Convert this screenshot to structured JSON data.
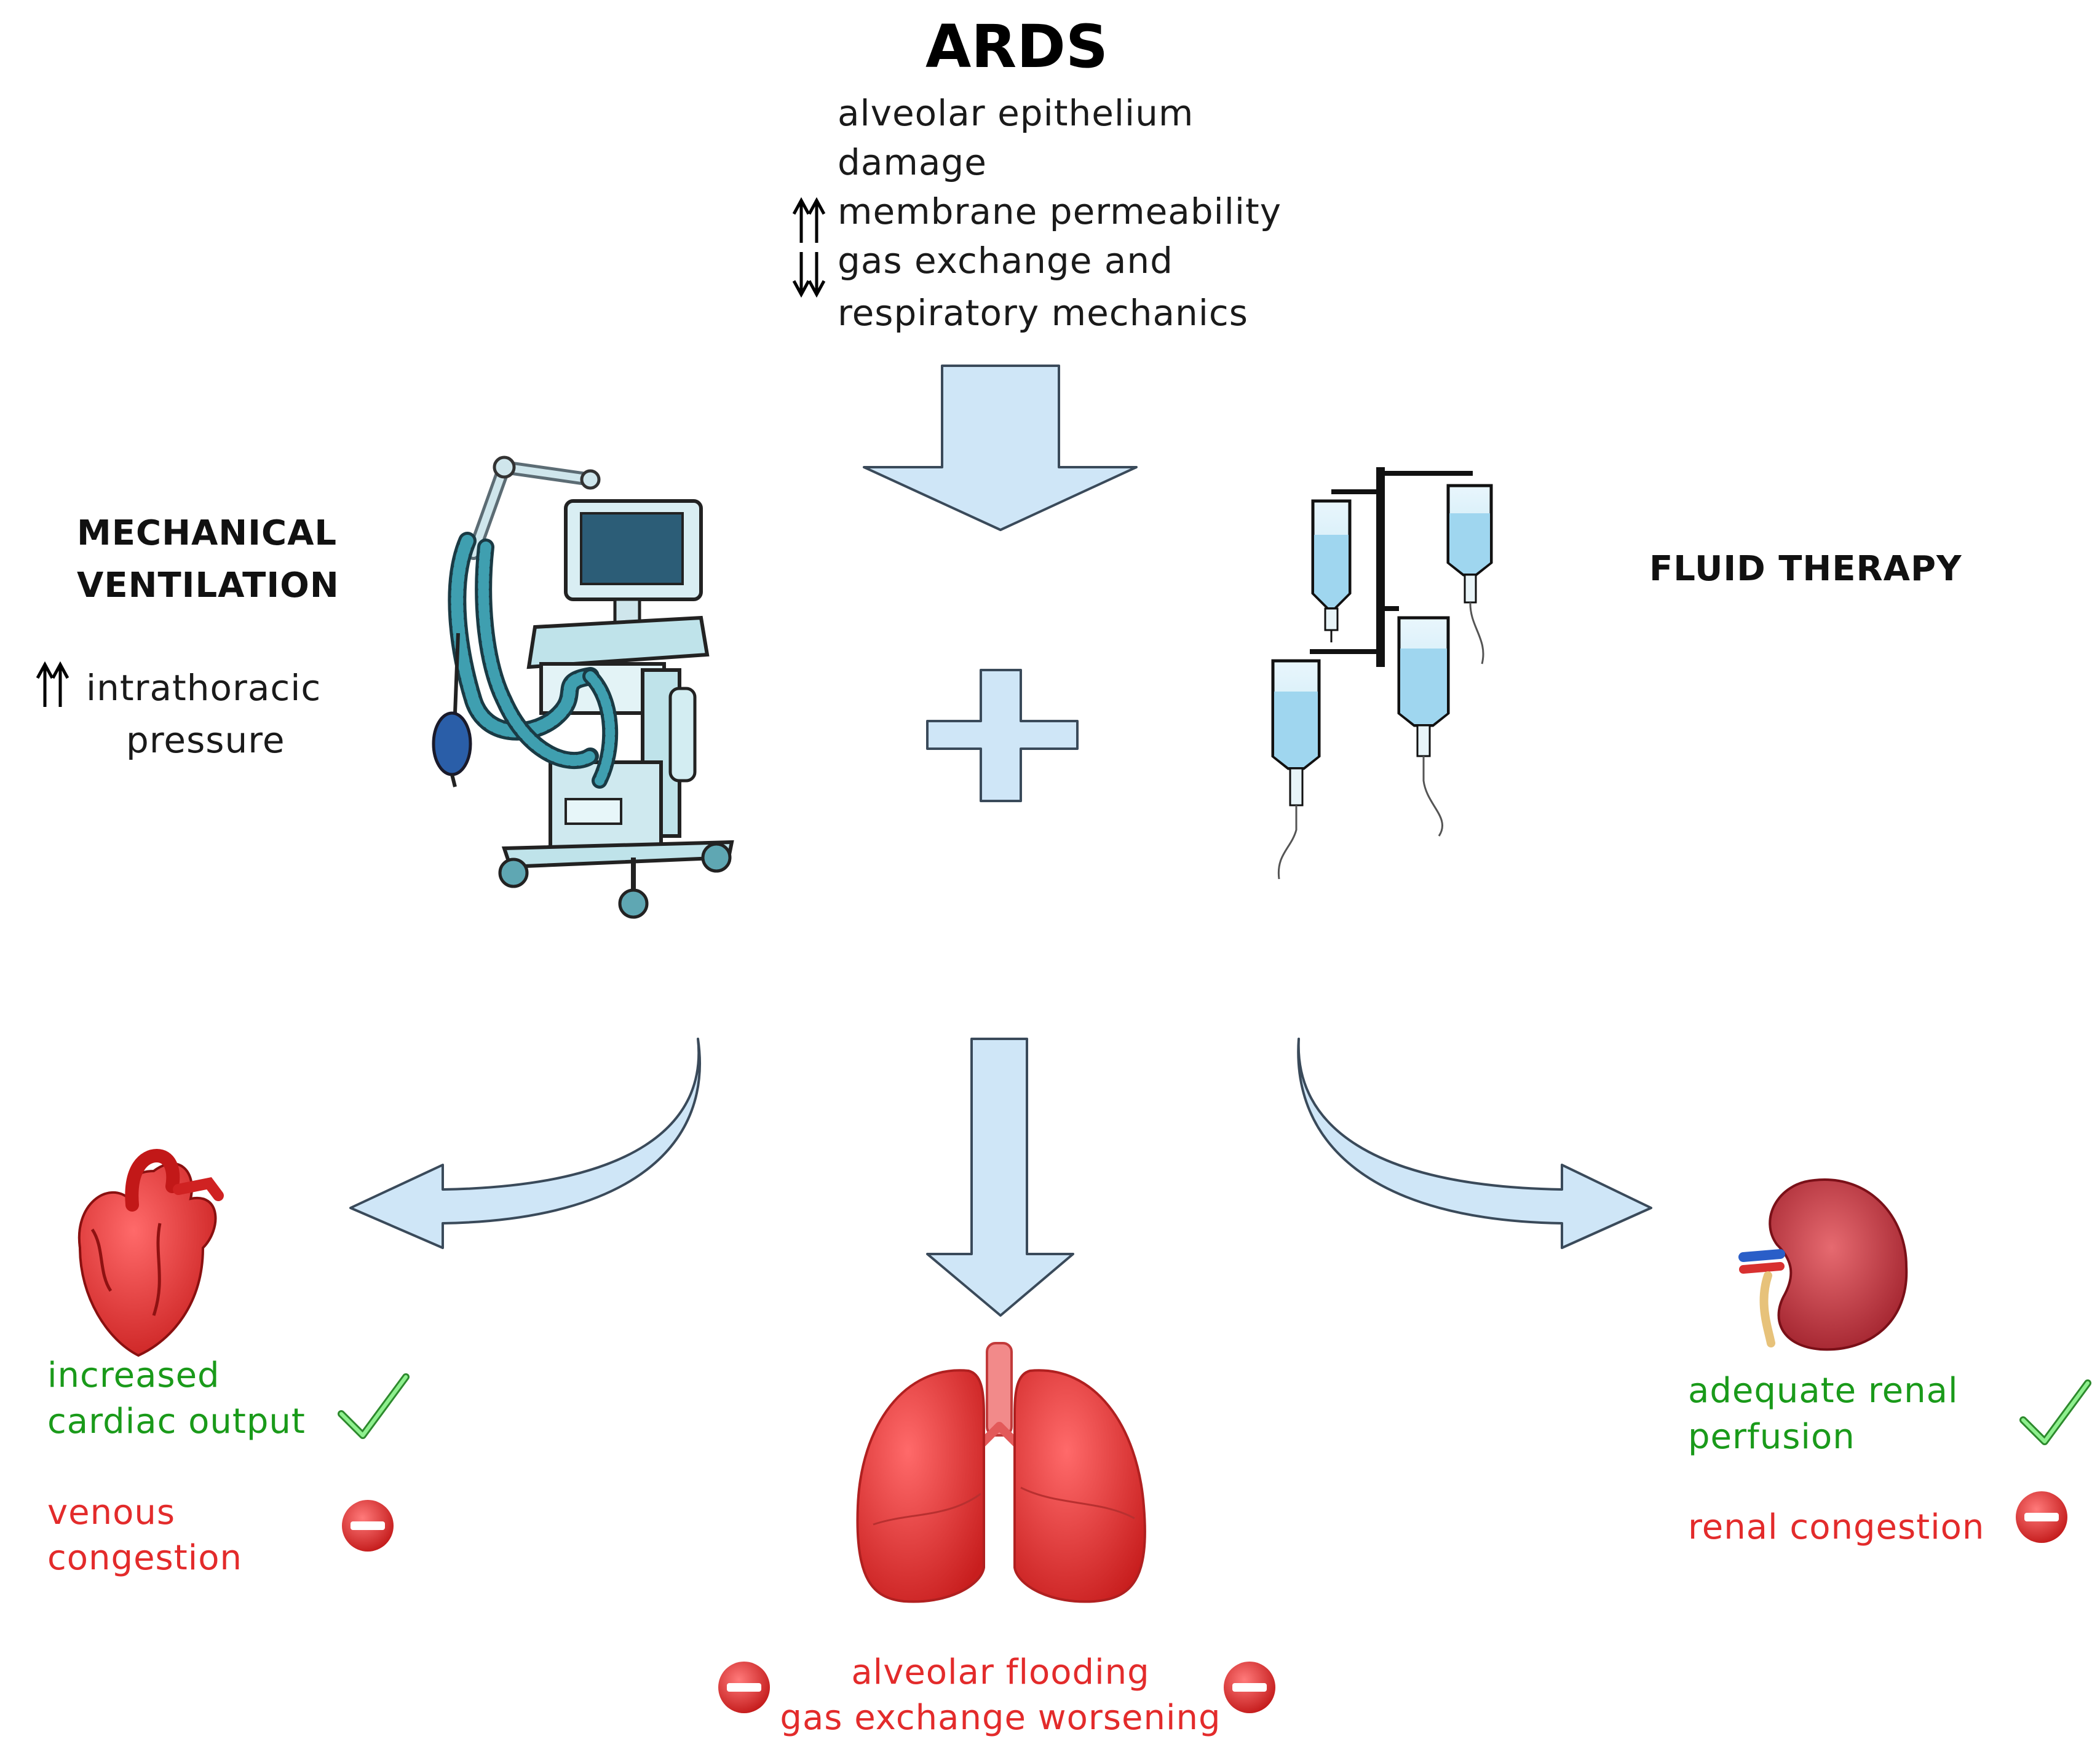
{
  "header": {
    "title": "ARDS",
    "effects": [
      {
        "marker": "",
        "text": "alveolar epithelium"
      },
      {
        "marker": "",
        "text": "damage"
      },
      {
        "marker": "increase",
        "text": "membrane permeability"
      },
      {
        "marker": "decrease",
        "text": "gas exchange and"
      },
      {
        "marker": "",
        "text": "respiratory mechanics"
      }
    ]
  },
  "left_panel": {
    "heading_line1": "MECHANICAL",
    "heading_line2": "VENTILATION",
    "effect_line1": "intrathoracic",
    "effect_line2": "pressure",
    "effect_marker": "increase"
  },
  "right_panel": {
    "heading": "FLUID THERAPY"
  },
  "outcomes": {
    "heart": {
      "positive_line1": "increased",
      "positive_line2": "cardiac output",
      "negative_line1": "venous",
      "negative_line2": "congestion"
    },
    "lungs": {
      "negative_line1": "alveolar flooding",
      "negative_line2": "gas exchange worsening"
    },
    "kidney": {
      "positive_line1": "adequate renal",
      "positive_line2": "perfusion",
      "negative_line1": "renal congestion"
    }
  },
  "colors": {
    "arrow_fill": "#cfe6f7",
    "arrow_stroke": "#3a4a5a",
    "positive": "#1a9a1a",
    "negative": "#e32b2b",
    "check": "#6ee66e"
  },
  "icons": {
    "check": "check-icon",
    "minus": "minus-circle-icon",
    "increase": "double-arrow-up-icon",
    "decrease": "double-arrow-down-icon"
  }
}
